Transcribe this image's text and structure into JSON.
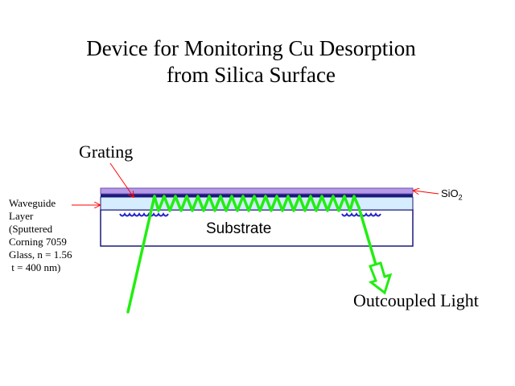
{
  "title": {
    "line1": "Device for Monitoring Cu Desorption",
    "line2": "from Silica Surface"
  },
  "labels": {
    "grating": "Grating",
    "waveguide_lines": [
      "Waveguide",
      "Layer",
      "(Sputtered",
      "Corning 7059",
      "Glass, n = 1.56",
      " t = 400 nm)"
    ],
    "sio2_base": "SiO",
    "sio2_subscript": "2",
    "substrate": "Substrate",
    "outcoupled_light": "Outcoupled Light"
  },
  "colors": {
    "sio2_layer": "#b69ae6",
    "grating_layer": "#1a1a7a",
    "waveguide_layer": "#d6ecff",
    "substrate_border": "#1a1a7a",
    "light_beam": "#22ee11",
    "annotation_arrow": "#ff0000",
    "grating_wave": "#2222cc"
  }
}
